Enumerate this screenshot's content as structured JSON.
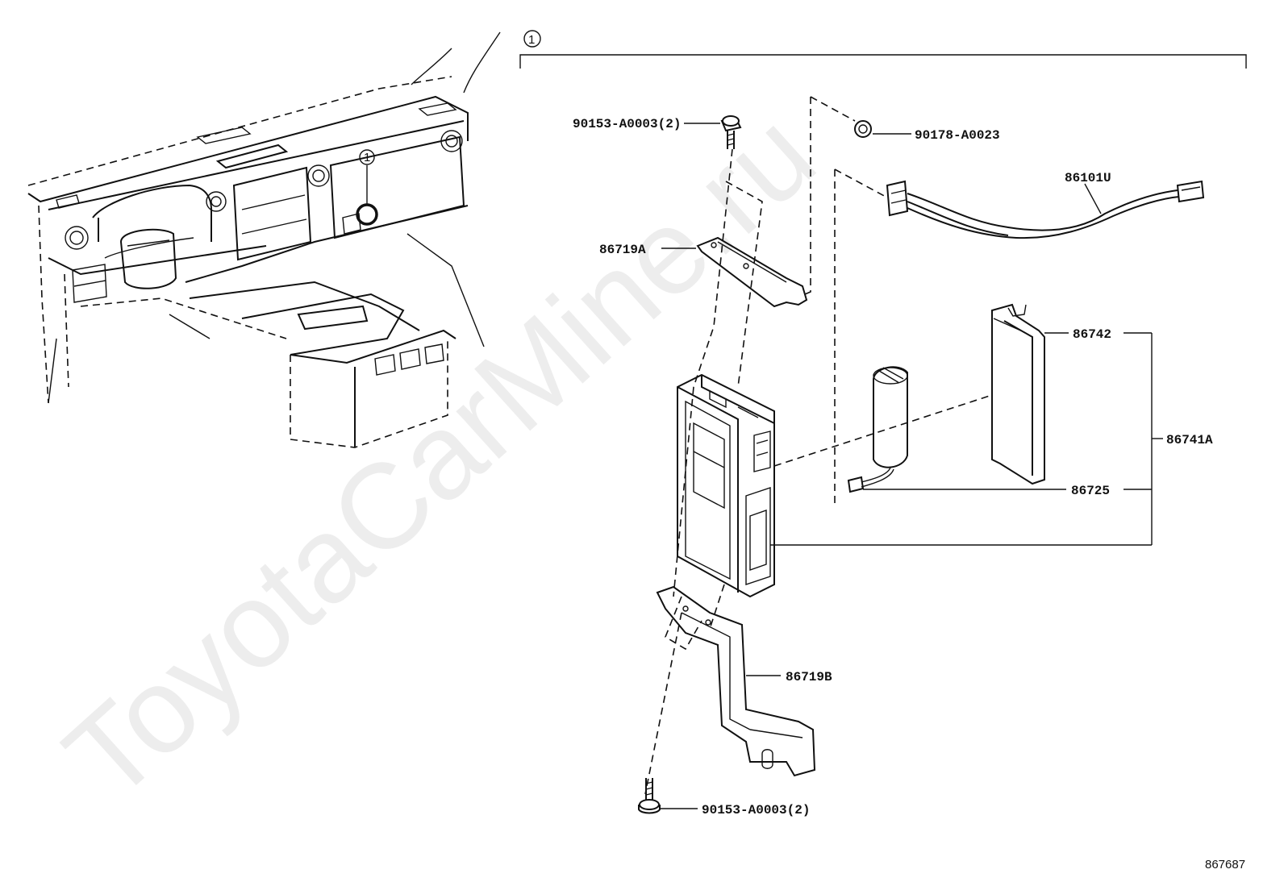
{
  "watermark": "ToyotaCarMine.ru",
  "diagram_number": "867687",
  "callout_ref": "1",
  "parts": {
    "bolt_top": "90153-A0003(2)",
    "clip": "90178-A0023",
    "wire": "86101U",
    "bracket_a": "86719A",
    "cover": "86742",
    "assy": "86741A",
    "battery": "86725",
    "bracket_b": "86719B",
    "bolt_bottom": "90153-A0003(2)"
  }
}
